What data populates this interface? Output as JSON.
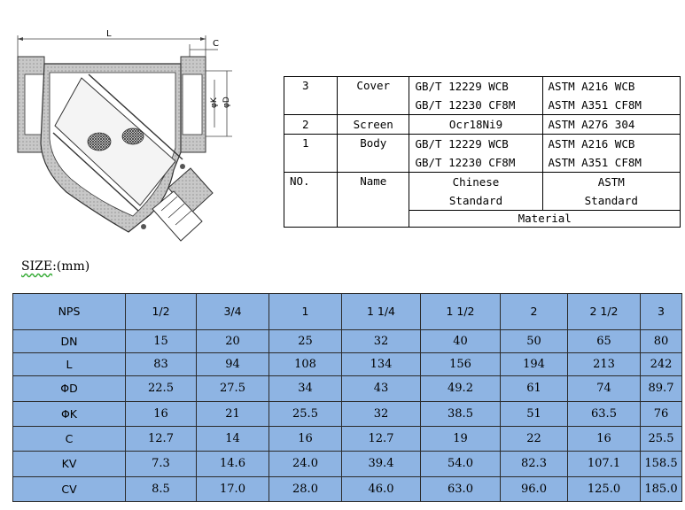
{
  "drawing": {
    "dim_L": "L",
    "dim_C": "C",
    "dim_K": "φK",
    "dim_D": "φD"
  },
  "material_table": {
    "rows": [
      {
        "no": "3",
        "name": "Cover",
        "cn": [
          "GB/T 12229 WCB",
          "GB/T 12230 CF8M"
        ],
        "astm": [
          "ASTM A216 WCB",
          "ASTM A351 CF8M"
        ]
      },
      {
        "no": "2",
        "name": "Screen",
        "cn": [
          "Ocr18Ni9"
        ],
        "astm": [
          "ASTM A276 304"
        ]
      },
      {
        "no": "1",
        "name": "Body",
        "cn": [
          "GB/T 12229 WCB",
          "GB/T 12230 CF8M"
        ],
        "astm": [
          "ASTM A216 WCB",
          "ASTM A351 CF8M"
        ]
      }
    ],
    "header": {
      "no": "NO.",
      "name": "Name",
      "cn_line1": "Chinese",
      "cn_line2": "Standard",
      "astm_line1": "ASTM",
      "astm_line2": "Standard",
      "material": "Material"
    }
  },
  "size_label": {
    "prefix": "SIZE",
    "suffix": ":(mm)"
  },
  "size_table": {
    "rows": [
      {
        "label": "NPS",
        "values": [
          "1/2",
          "3/4",
          "1",
          "1 1/4",
          "1 1/2",
          "2",
          "2 1/2",
          "3"
        ]
      },
      {
        "label": "DN",
        "values": [
          "15",
          "20",
          "25",
          "32",
          "40",
          "50",
          "65",
          "80"
        ]
      },
      {
        "label": "L",
        "values": [
          "83",
          "94",
          "108",
          "134",
          "156",
          "194",
          "213",
          "242"
        ]
      },
      {
        "label": "ΦD",
        "values": [
          "22.5",
          "27.5",
          "34",
          "43",
          "49.2",
          "61",
          "74",
          "89.7"
        ]
      },
      {
        "label": "ΦK",
        "values": [
          "16",
          "21",
          "25.5",
          "32",
          "38.5",
          "51",
          "63.5",
          "76"
        ]
      },
      {
        "label": "C",
        "values": [
          "12.7",
          "14",
          "16",
          "12.7",
          "19",
          "22",
          "16",
          "25.5"
        ]
      },
      {
        "label": "KV",
        "values": [
          "7.3",
          "14.6",
          "24.0",
          "39.4",
          "54.0",
          "82.3",
          "107.1",
          "158.5"
        ]
      },
      {
        "label": "CV",
        "values": [
          "8.5",
          "17.0",
          "28.0",
          "46.0",
          "63.0",
          "96.0",
          "125.0",
          "185.0"
        ]
      }
    ]
  }
}
